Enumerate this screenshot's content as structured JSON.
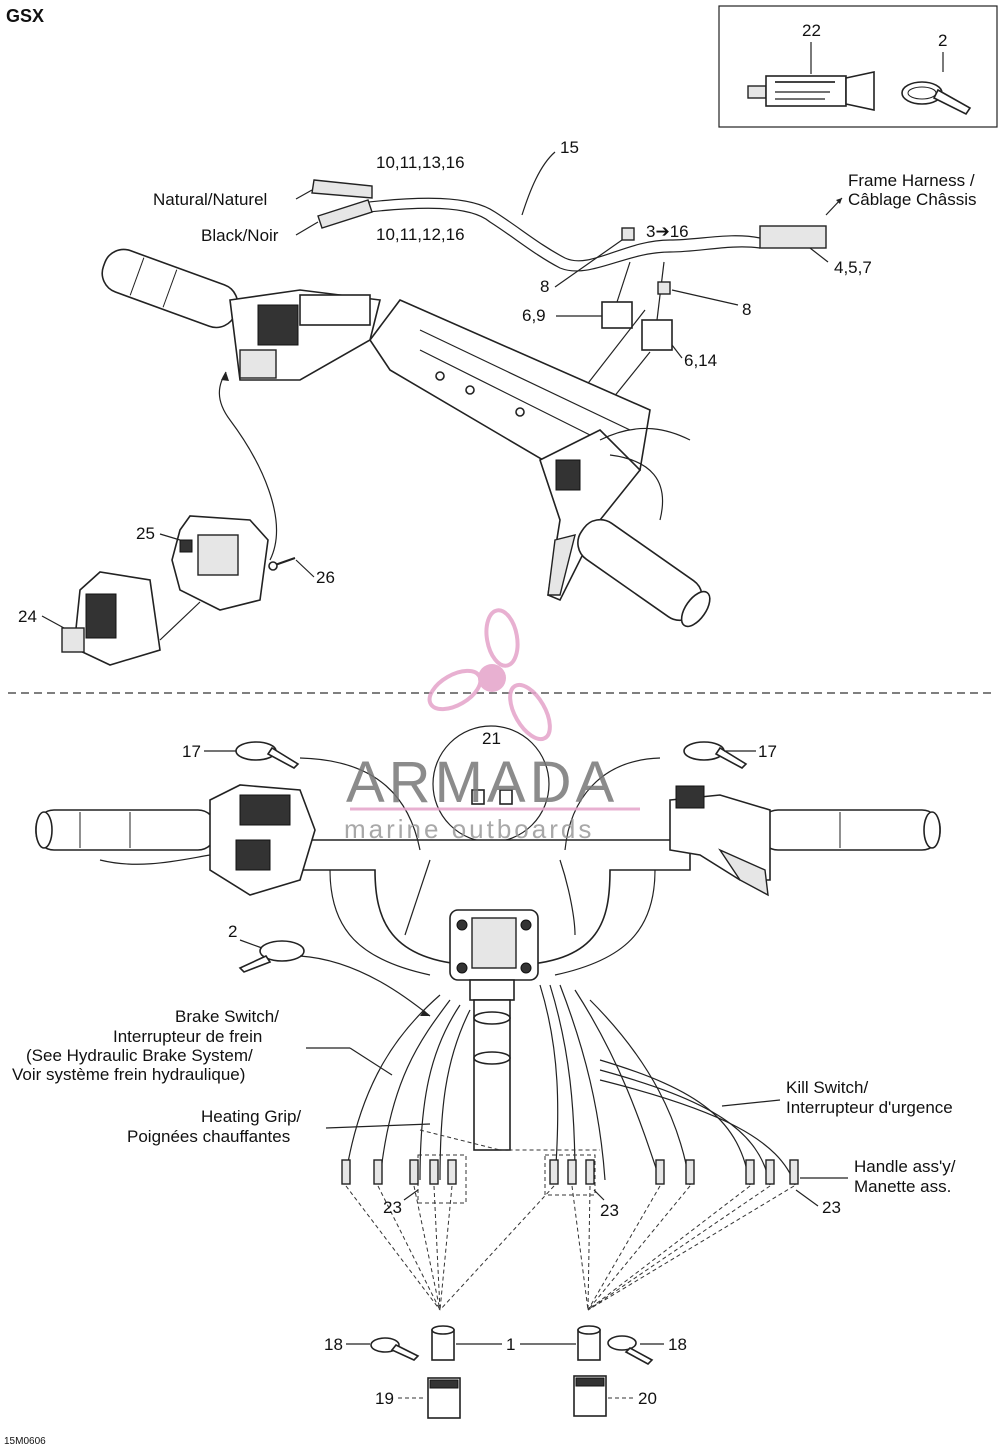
{
  "title": "GSX",
  "figure_code": "15M0606",
  "watermark": {
    "brand": "ARMADA",
    "tagline": "marine outboards",
    "logo_color": "#e4a3c9"
  },
  "inset_callouts": [
    "22",
    "2"
  ],
  "upper_callouts": {
    "c15": "15",
    "c10_11_13_16": "10,11,13,16",
    "c10_11_12_16": "10,11,12,16",
    "c3_16": "3➔16",
    "c4_5_7": "4,5,7",
    "c8a": "8",
    "c8b": "8",
    "c6_9": "6,9",
    "c6_14": "6,14",
    "c25": "25",
    "c26": "26",
    "c24": "24"
  },
  "upper_labels": {
    "natural": "Natural/Naturel",
    "black": "Black/Noir",
    "frame_harness_1": "Frame Harness /",
    "frame_harness_2": "Câblage Châssis"
  },
  "lower_callouts": {
    "c17a": "17",
    "c17b": "17",
    "c21": "21",
    "c2": "2",
    "c23a": "23",
    "c23b": "23",
    "c23c": "23",
    "c18a": "18",
    "c18b": "18",
    "c1": "1",
    "c19": "19",
    "c20": "20"
  },
  "lower_labels": {
    "brake_1": "Brake Switch/",
    "brake_2": "Interrupteur de frein",
    "brake_3": "(See Hydraulic Brake System/",
    "brake_4": "Voir système frein hydraulique)",
    "heating_1": "Heating Grip/",
    "heating_2": "Poignées chauffantes",
    "kill_1": "Kill Switch/",
    "kill_2": "Interrupteur d'urgence",
    "handle_1": "Handle ass'y/",
    "handle_2": "Manette ass."
  }
}
